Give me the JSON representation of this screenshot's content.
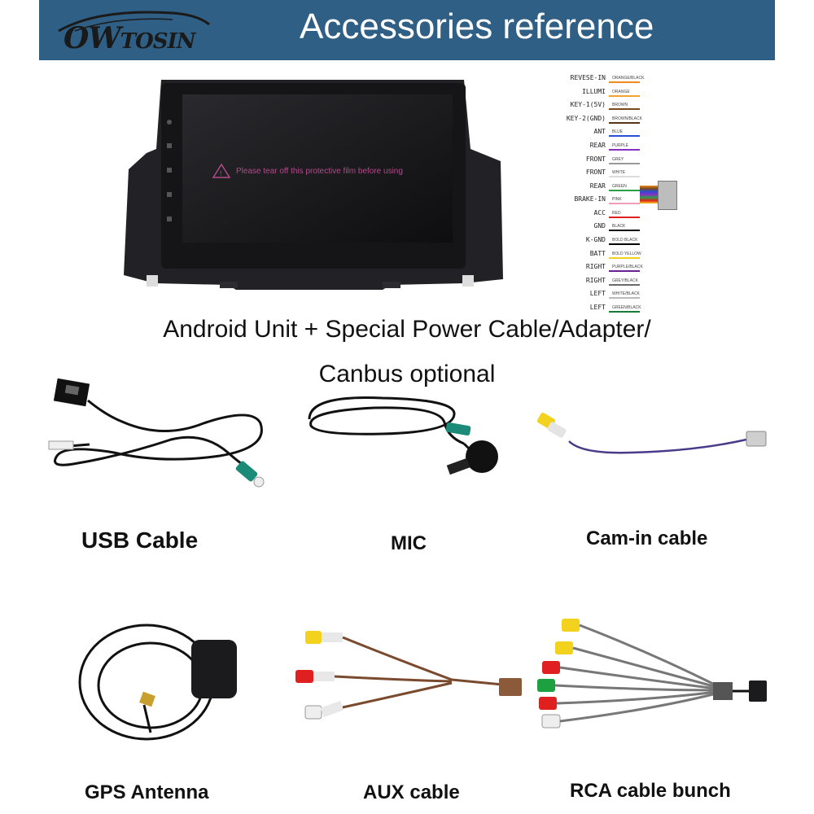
{
  "header": {
    "brand": "OWTOSIN",
    "brand_part1": "OW",
    "brand_part2": "TOSIN",
    "title": "Accessories reference",
    "banner_color": "#2f5f85"
  },
  "main_unit": {
    "screen_notice": "Please tear off this protective film before using",
    "caption_line1": "Android Unit + Special Power Cable/Adapter/",
    "caption_line2": "Canbus optional"
  },
  "wiring": {
    "pins": [
      {
        "name": "REVESE-IN",
        "color": "ORANGE/BLACK",
        "hex": "#f08a1c"
      },
      {
        "name": "ILLUMI",
        "color": "ORANGE",
        "hex": "#f5a030"
      },
      {
        "name": "KEY-1(5V)",
        "color": "BROWN",
        "hex": "#7a4a1e"
      },
      {
        "name": "KEY-2(GND)",
        "color": "BROWN/BLACK",
        "hex": "#5a3414"
      },
      {
        "name": "ANT",
        "color": "BLUE",
        "hex": "#2a4fd6"
      },
      {
        "name": "REAR",
        "color": "PURPLE",
        "hex": "#8a2fc4"
      },
      {
        "name": "FRONT",
        "color": "GREY",
        "hex": "#9a9a9a"
      },
      {
        "name": "FRONT",
        "color": "WHITE",
        "hex": "#dddddd"
      },
      {
        "name": "REAR",
        "color": "GREEN",
        "hex": "#2aa04a"
      },
      {
        "name": "BRAKE-IN",
        "color": "PINK",
        "hex": "#f0a0b4"
      },
      {
        "name": "ACC",
        "color": "RED",
        "hex": "#e02020"
      },
      {
        "name": "GND",
        "color": "BLACK",
        "hex": "#111111"
      },
      {
        "name": "K-GND",
        "color": "BOLD BLACK",
        "hex": "#000000"
      },
      {
        "name": "BATT",
        "color": "BOLD YELLOW",
        "hex": "#f2d21c"
      },
      {
        "name": "RIGHT",
        "color": "PURPLE/BLACK",
        "hex": "#6a2094"
      },
      {
        "name": "RIGHT",
        "color": "GREY/BLACK",
        "hex": "#6a6a6a"
      },
      {
        "name": "LEFT",
        "color": "WHITE/BLACK",
        "hex": "#bbbbbb"
      },
      {
        "name": "LEFT",
        "color": "GREEN/BLACK",
        "hex": "#1c7a38"
      }
    ]
  },
  "accessories": [
    {
      "id": "usb",
      "label": "USB Cable"
    },
    {
      "id": "mic",
      "label": "MIC"
    },
    {
      "id": "cam",
      "label": "Cam-in cable"
    },
    {
      "id": "gps",
      "label": "GPS Antenna"
    },
    {
      "id": "aux",
      "label": "AUX cable"
    },
    {
      "id": "rca",
      "label": "RCA cable bunch"
    }
  ]
}
